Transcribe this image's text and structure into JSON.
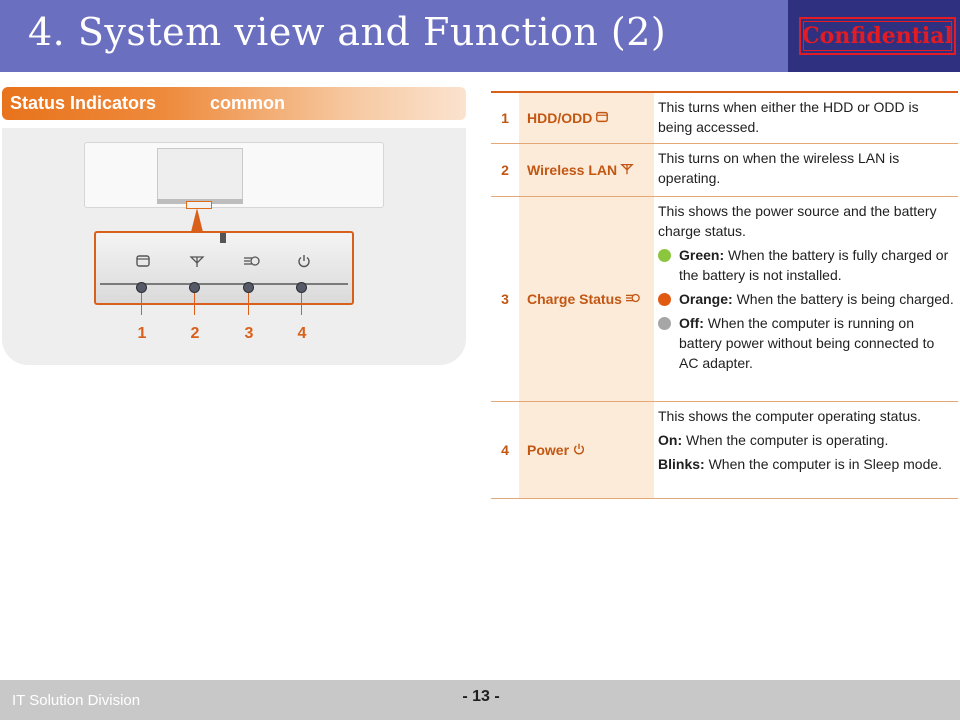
{
  "header": {
    "title": "4. System view and Function (2)",
    "confidential": "Confidential"
  },
  "status_bar": {
    "title": "Status Indicators",
    "subtitle": "common"
  },
  "illustration": {
    "numbers": [
      "1",
      "2",
      "3",
      "4"
    ],
    "icons": [
      "hdd-icon",
      "wireless-icon",
      "charge-icon",
      "power-icon"
    ]
  },
  "table": {
    "rows": [
      {
        "num": "1",
        "name": "HDD/ODD",
        "icon": "hdd-icon",
        "desc": "This turns when either the HDD or ODD is being accessed."
      },
      {
        "num": "2",
        "name": "Wireless LAN",
        "icon": "wireless-icon",
        "desc": "This turns on when the wireless LAN is operating."
      },
      {
        "num": "3",
        "name": "Charge Status",
        "icon": "charge-icon",
        "desc": "This shows the power source and the battery charge status.",
        "bullets": [
          {
            "color": "#8cc63f",
            "label": "Green:",
            "text": " When the battery is fully charged or the battery is not installed."
          },
          {
            "color": "#e15a12",
            "label": "Orange:",
            "text": " When the battery is being charged."
          },
          {
            "color": "#a6a6a6",
            "label": "Off:",
            "text": " When the computer is running on battery power without being connected to AC adapter."
          }
        ]
      },
      {
        "num": "4",
        "name": "Power",
        "icon": "power-icon",
        "desc": "This shows the computer operating status.",
        "items": [
          {
            "label": "On:",
            "text": " When the computer is operating."
          },
          {
            "label": "Blinks:",
            "text": " When the computer is in Sleep mode."
          }
        ]
      }
    ]
  },
  "footer": {
    "division": "IT Solution Division",
    "page": "- 13 -"
  },
  "colors": {
    "accent": "#d9601a",
    "header": "#6b6fbf",
    "header_dark": "#2f3180",
    "confidential": "#e31b23"
  }
}
